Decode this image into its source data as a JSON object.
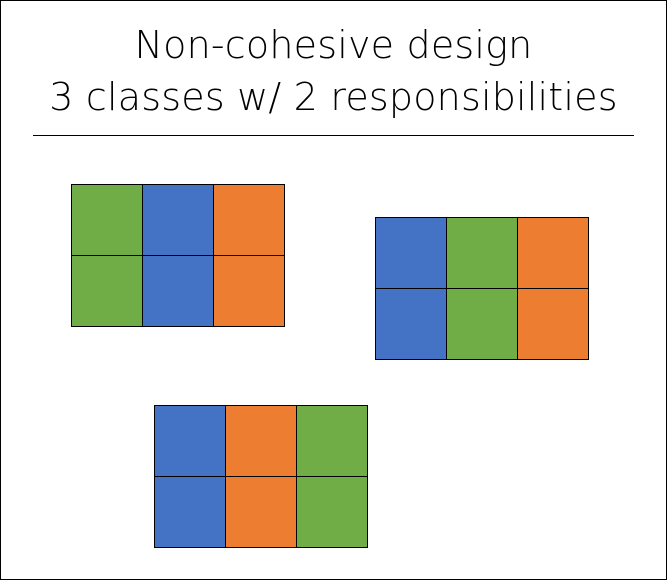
{
  "title": {
    "line1": "Non-cohesive design",
    "line2": "3 classes w/ 2 responsibilities"
  },
  "colors": {
    "green": "#70AD47",
    "blue": "#4472C4",
    "orange": "#ED7D31",
    "border": "#000000"
  },
  "classes": [
    {
      "cells": [
        "green",
        "blue",
        "orange",
        "green",
        "blue",
        "orange"
      ]
    },
    {
      "cells": [
        "blue",
        "green",
        "orange",
        "blue",
        "green",
        "orange"
      ]
    },
    {
      "cells": [
        "blue",
        "orange",
        "green",
        "blue",
        "orange",
        "green"
      ]
    }
  ]
}
